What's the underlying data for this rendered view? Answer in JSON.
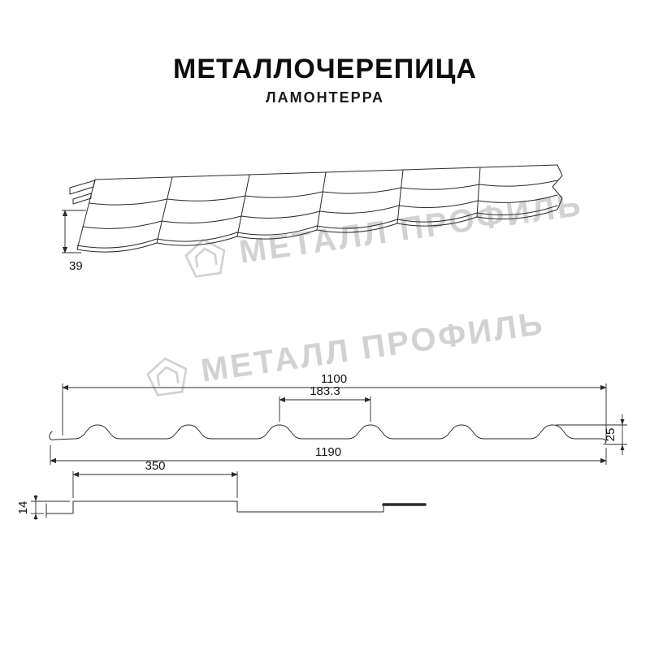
{
  "header": {
    "title": "МЕТАЛЛОЧЕРЕПИЦА",
    "subtitle": "ЛАМОНТЕРРА"
  },
  "watermark": {
    "text": "МЕТАЛЛ ПРОФИЛЬ"
  },
  "perspective": {
    "dim_39": "39"
  },
  "profile": {
    "dim_1100": "1100",
    "dim_183": "183.3",
    "dim_25": "25",
    "dim_1190": "1190"
  },
  "step": {
    "dim_350": "350",
    "dim_14": "14"
  }
}
